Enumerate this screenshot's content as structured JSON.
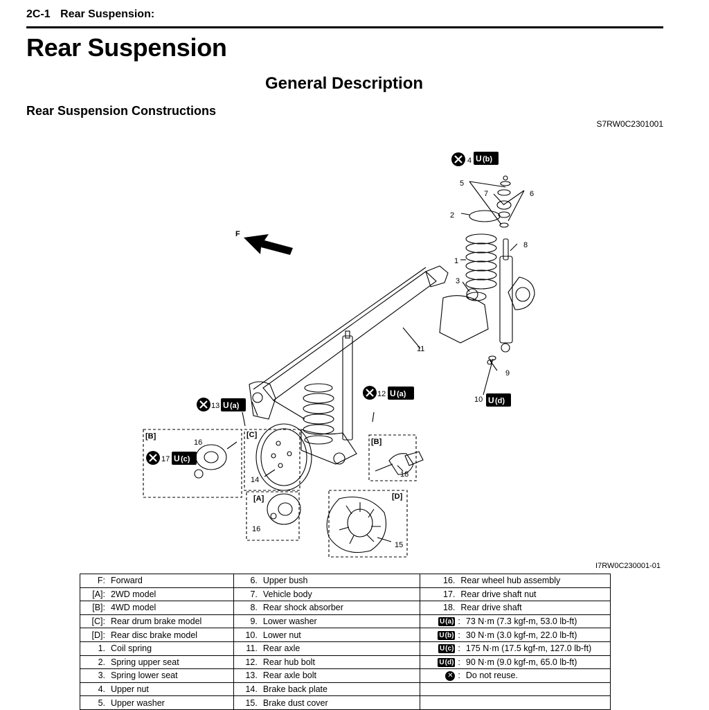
{
  "header": {
    "section_number": "2C-1",
    "section_name": "Rear Suspension:"
  },
  "title": "Rear Suspension",
  "section_title": "General Description",
  "subsection_title": "Rear Suspension Constructions",
  "doc_code": "S7RW0C2301001",
  "figure": {
    "code": "I7RW0C230001-01",
    "direction_label": "F",
    "box_labels": {
      "A": "[A]",
      "B": "[B]",
      "C": "[C]",
      "D": "[D]"
    },
    "callouts": [
      "1",
      "2",
      "3",
      "4",
      "5",
      "6",
      "7",
      "8",
      "9",
      "10",
      "11",
      "12",
      "13",
      "14",
      "15",
      "16",
      "17",
      "18"
    ],
    "torque_tags": {
      "a": "(a)",
      "b": "(b)",
      "c": "(c)",
      "d": "(d)"
    }
  },
  "legend": {
    "col1": [
      {
        "key": "F:",
        "text": "Forward"
      },
      {
        "key": "[A]:",
        "text": "2WD model"
      },
      {
        "key": "[B]:",
        "text": "4WD model"
      },
      {
        "key": "[C]:",
        "text": "Rear drum brake model"
      },
      {
        "key": "[D]:",
        "text": "Rear disc brake model"
      },
      {
        "key": "1.",
        "text": "Coil spring"
      },
      {
        "key": "2.",
        "text": "Spring upper seat"
      },
      {
        "key": "3.",
        "text": "Spring lower seat"
      },
      {
        "key": "4.",
        "text": "Upper nut"
      },
      {
        "key": "5.",
        "text": "Upper washer"
      }
    ],
    "col2": [
      {
        "key": "6.",
        "text": "Upper bush"
      },
      {
        "key": "7.",
        "text": "Vehicle body"
      },
      {
        "key": "8.",
        "text": "Rear shock absorber"
      },
      {
        "key": "9.",
        "text": "Lower washer"
      },
      {
        "key": "10.",
        "text": "Lower nut"
      },
      {
        "key": "11.",
        "text": "Rear axle"
      },
      {
        "key": "12.",
        "text": "Rear hub bolt"
      },
      {
        "key": "13.",
        "text": "Rear axle bolt"
      },
      {
        "key": "14.",
        "text": "Brake back plate"
      },
      {
        "key": "15.",
        "text": "Brake dust cover"
      }
    ],
    "col3": [
      {
        "key": "16.",
        "text": "Rear wheel hub assembly"
      },
      {
        "key": "17.",
        "text": "Rear drive shaft nut"
      },
      {
        "key": "18.",
        "text": "Rear drive shaft"
      },
      {
        "key": "(a)",
        "sep": ":",
        "text": "73 N·m (7.3 kgf-m, 53.0 lb-ft)"
      },
      {
        "key": "(b)",
        "sep": ":",
        "text": "30 N·m (3.0 kgf-m, 22.0 lb-ft)"
      },
      {
        "key": "(c)",
        "sep": ":",
        "text": "175 N·m (17.5 kgf-m, 127.0 lb-ft)"
      },
      {
        "key": "(d)",
        "sep": ":",
        "text": "90 N·m (9.0 kgf-m, 65.0 lb-ft)"
      },
      {
        "key": "",
        "sep": ":",
        "text": "Do not reuse."
      },
      {
        "key": "",
        "text": ""
      },
      {
        "key": "",
        "text": ""
      }
    ]
  }
}
